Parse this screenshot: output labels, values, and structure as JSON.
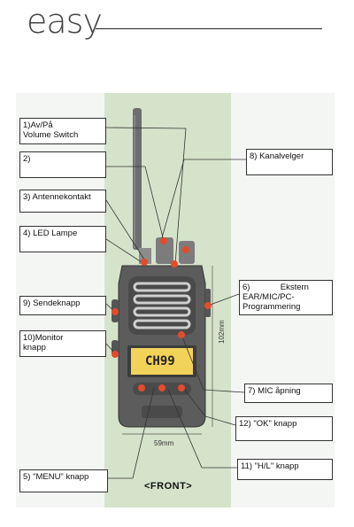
{
  "brand": "easy",
  "labels": {
    "l1_line1": "1)Av/På",
    "l1_line2": "Volume Switch",
    "l2": "2)",
    "l3": "3) Antennekontakt",
    "l4": "4) LED Lampe",
    "l9": "9) Sendeknapp",
    "l10_line1": "10)Monitor",
    "l10_line2": "knapp",
    "l5": "5) \"MENU\" knapp",
    "l8": "8) Kanalvelger",
    "l6_line1": "6)             Ekstern",
    "l6_line2": "EAR/MIC/PC-",
    "l6_line3": "Programmering",
    "l7": "7) MIC åpning",
    "l12": "12) \"OK\" knapp",
    "l11": "11) \"H/L\" knapp"
  },
  "display": {
    "channel": "CH99"
  },
  "dims": {
    "width": "59mm",
    "height": "102mm"
  },
  "caption": "<FRONT>",
  "colors": {
    "marker": "#e24c2c",
    "display": "#f2d35a",
    "background": "#d6e3cb"
  }
}
